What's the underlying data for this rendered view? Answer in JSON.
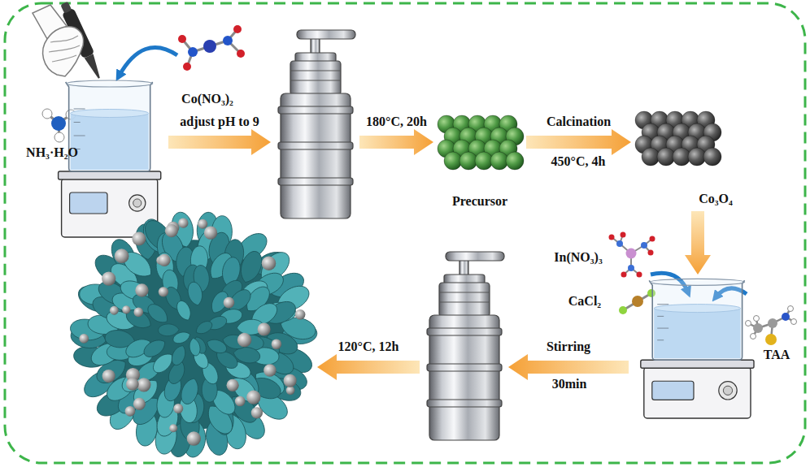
{
  "diagram": {
    "nodes": [
      {
        "text": [
          "NH₃·H₂O",
          "Co(NO₃)₂"
        ]
      },
      {
        "text": []
      },
      {
        "text": [
          "Precursor"
        ]
      },
      {
        "text": [
          "Co₃O₄"
        ]
      },
      {
        "text": [
          "In(NO₃)₃",
          "CaCl₂",
          "TAA"
        ]
      },
      {
        "text": []
      },
      {
        "text": []
      }
    ],
    "edges": [
      {
        "from": 0,
        "to": 1,
        "arrow": "to",
        "label": "adjust pH to 9"
      },
      {
        "from": 1,
        "to": 2,
        "arrow": "to",
        "label": "180°C, 20h"
      },
      {
        "from": 2,
        "to": 3,
        "arrow": "to",
        "label": "Calcination"
      },
      {
        "from": 3,
        "to": 4,
        "arrow": "to"
      },
      {
        "from": 4,
        "to": 5,
        "arrow": "to",
        "label": "Stirring"
      },
      {
        "from": 5,
        "to": 6,
        "arrow": "to",
        "label": "120°C, 12h"
      }
    ],
    "labels": [
      "450°C, 4h",
      "30min"
    ]
  }
}
